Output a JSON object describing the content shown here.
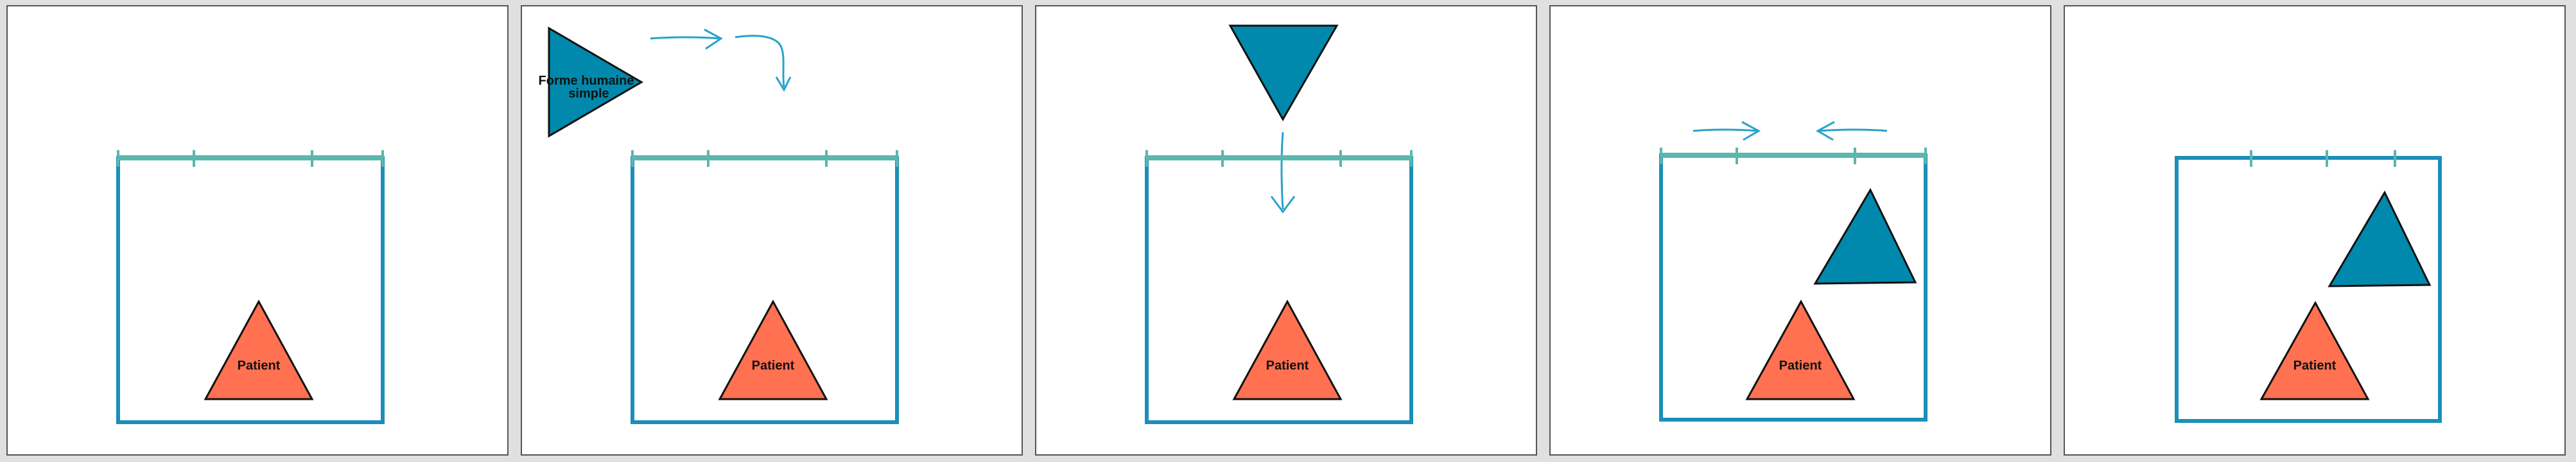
{
  "panels": [
    {
      "id": 1,
      "patient_label": "Patient"
    },
    {
      "id": 2,
      "patient_label": "Patient",
      "human_shape_label": [
        "Forme humaine",
        "simple"
      ]
    },
    {
      "id": 3,
      "patient_label": "Patient"
    },
    {
      "id": 4,
      "patient_label": "Patient"
    },
    {
      "id": 5,
      "patient_label": "Patient"
    }
  ],
  "colors": {
    "background": "#e0e0e0",
    "panel": "#ffffff",
    "room_border": "#1b8fb8",
    "room_top_edge": "#5bb6ae",
    "patient_fill": "#ff7150",
    "human_fill": "#0089ad",
    "arrow": "#2aa2cc",
    "text": "#111111"
  },
  "icons": [
    "triangle-shape",
    "arrow-right",
    "arrow-left",
    "arrow-down",
    "curved-arrow"
  ]
}
